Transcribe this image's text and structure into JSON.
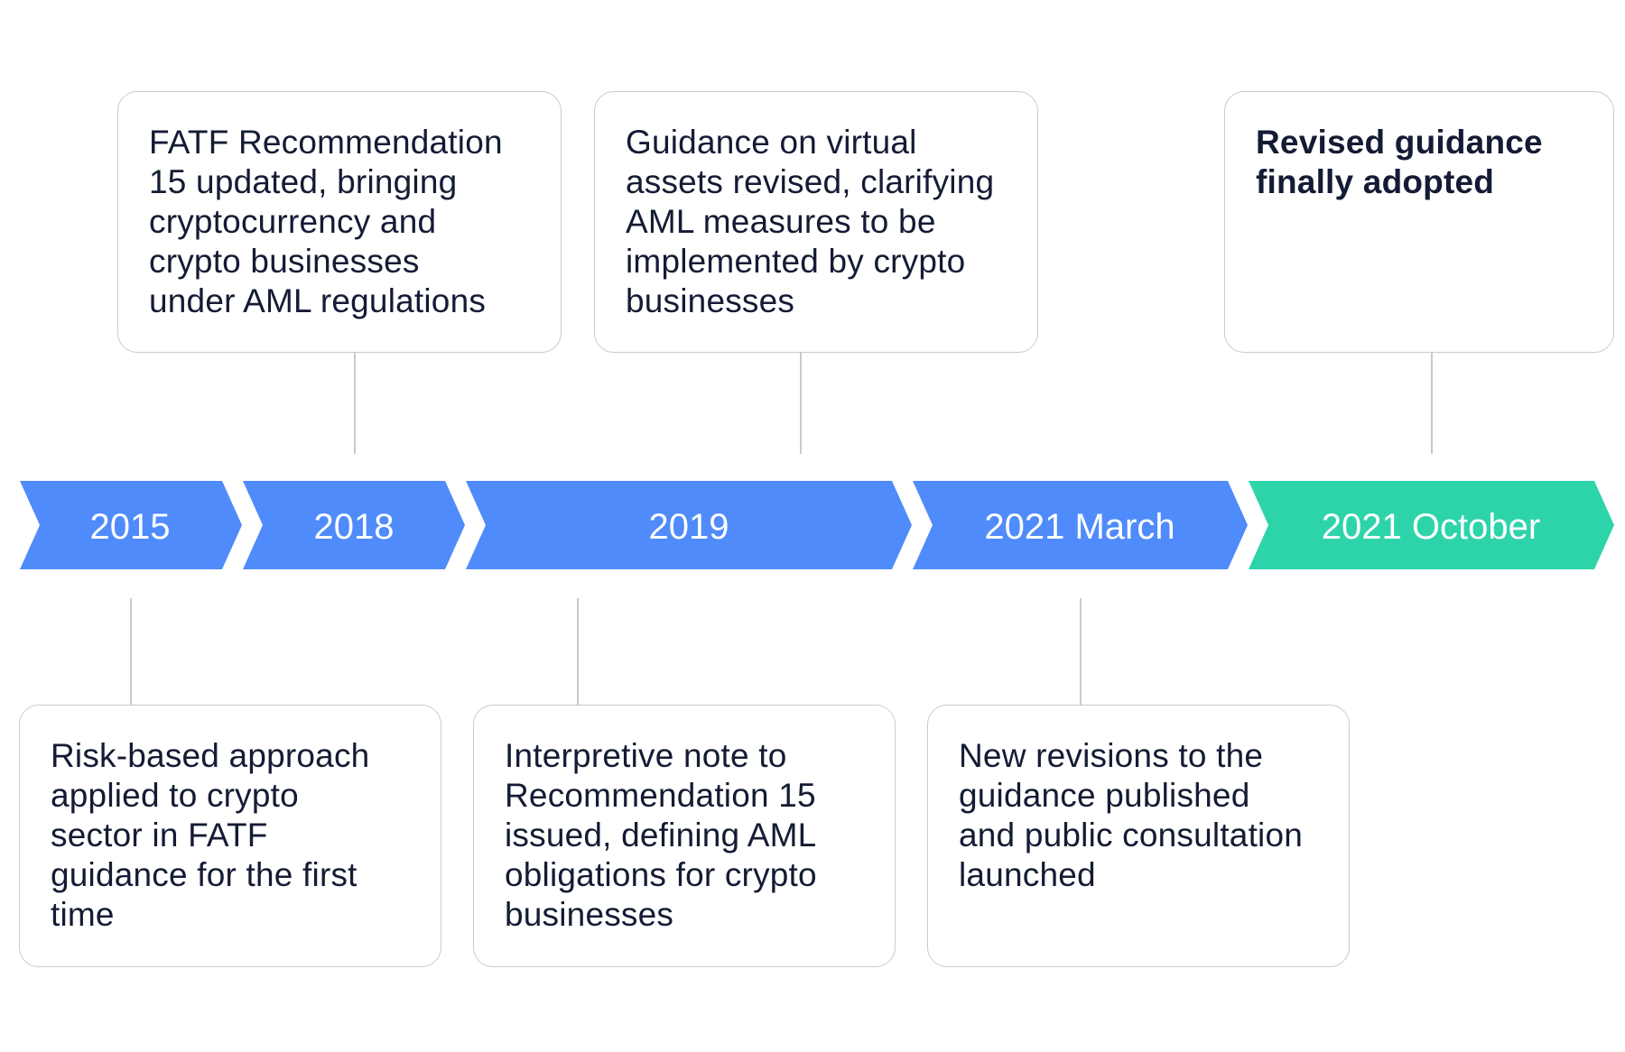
{
  "timeline": {
    "segments": [
      {
        "label": "2015",
        "color": "#4f8bfb"
      },
      {
        "label": "2018",
        "color": "#4f8bfb"
      },
      {
        "label": "2019",
        "color": "#4f8bfb"
      },
      {
        "label": "2021 March",
        "color": "#4f8bfb"
      },
      {
        "label": "2021 October",
        "color": "#2dd4aa"
      }
    ]
  },
  "events": {
    "e2018": "FATF Recommendation\n15 updated, bringing\ncryptocurrency and\ncrypto businesses\nunder AML regulations",
    "e2019_top": "Guidance on virtual\nassets revised, clarifying\nAML measures to be\nimplemented by crypto\nbusinesses",
    "e2021_oct": "Revised guidance\nfinally adopted",
    "e2015": "Risk-based approach\napplied to crypto\nsector in FATF\nguidance for the first\ntime",
    "e2019_bottom": "Interpretive note to\nRecommendation 15\nissued, defining AML\nobligations for crypto\nbusinesses",
    "e2021_mar": "New revisions to the\nguidance published\nand public consultation\nlaunched"
  }
}
